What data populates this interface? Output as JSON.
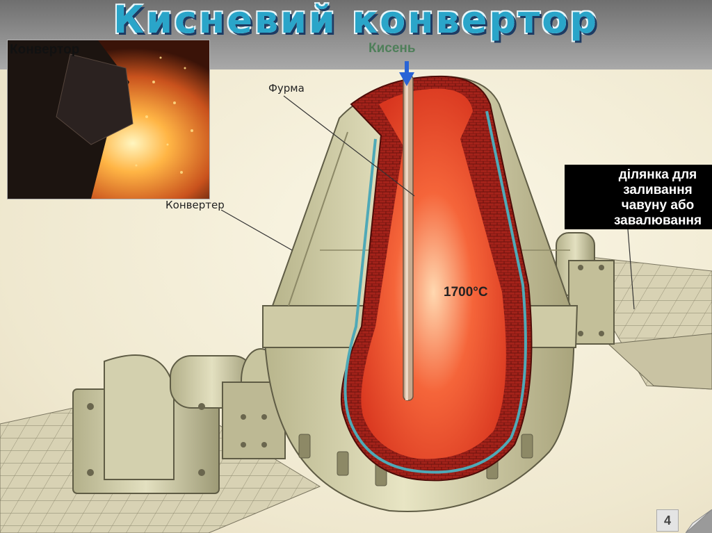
{
  "slide": {
    "title": "Кисневий конвертор",
    "photo_caption": "Конвертор",
    "oxygen_label": "Кисень",
    "labels": {
      "lance": "Фурма",
      "converter": "Конвертер"
    },
    "temperature": "1700°С",
    "side_note": "ділянка для заливання чавуну або завалювання брухту",
    "page_number": "4"
  },
  "colors": {
    "title": "#2aa5c9",
    "steel_hot": "#e8452a",
    "lining": "#9b1c14",
    "shell": "#d9d6b2",
    "arrow": "#2a64d6"
  },
  "icons": {
    "arrow": "down-arrow-icon",
    "curl": "page-curl-icon"
  }
}
